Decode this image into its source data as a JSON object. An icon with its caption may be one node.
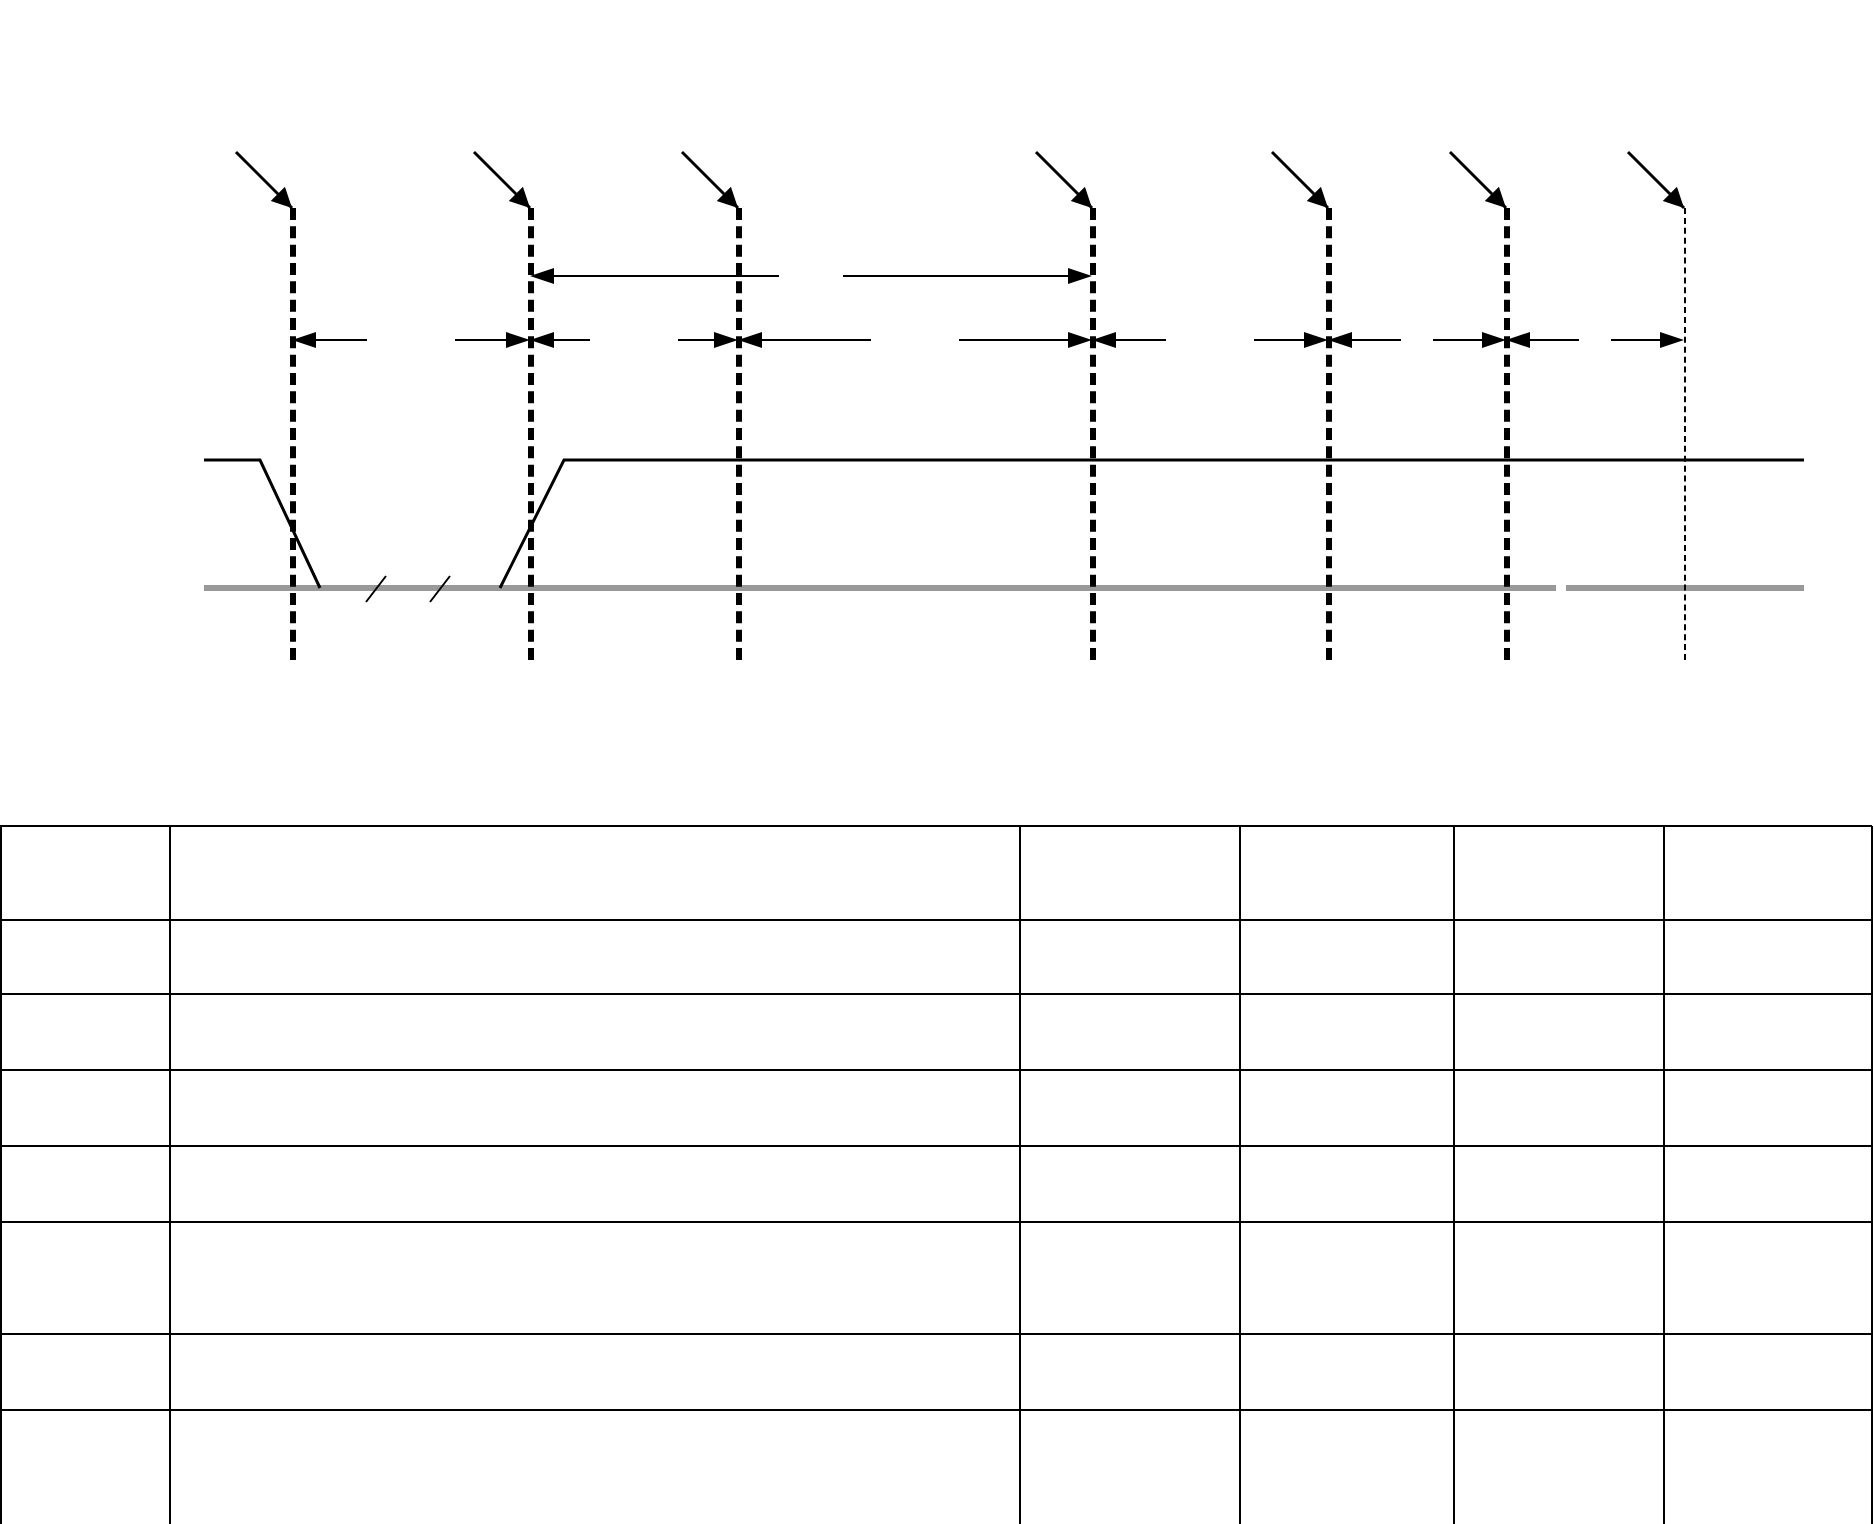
{
  "diagram": {
    "nodes": [
      {
        "text": [],
        "shape": "line"
      },
      {
        "text": [],
        "shape": "line"
      },
      {
        "text": [],
        "shape": "line"
      },
      {
        "text": [],
        "shape": "line"
      },
      {
        "text": [],
        "shape": "line"
      },
      {
        "text": [],
        "shape": "line"
      },
      {
        "text": [],
        "shape": "line"
      }
    ],
    "edges": [
      {
        "from": null,
        "to": 0,
        "arrow": "to"
      },
      {
        "from": null,
        "to": 1,
        "arrow": "to"
      },
      {
        "from": null,
        "to": 2,
        "arrow": "to"
      },
      {
        "from": null,
        "to": 3,
        "arrow": "to"
      },
      {
        "from": null,
        "to": 4,
        "arrow": "to"
      },
      {
        "from": null,
        "to": 5,
        "arrow": "to"
      },
      {
        "from": null,
        "to": 6,
        "arrow": "to"
      }
    ]
  }
}
